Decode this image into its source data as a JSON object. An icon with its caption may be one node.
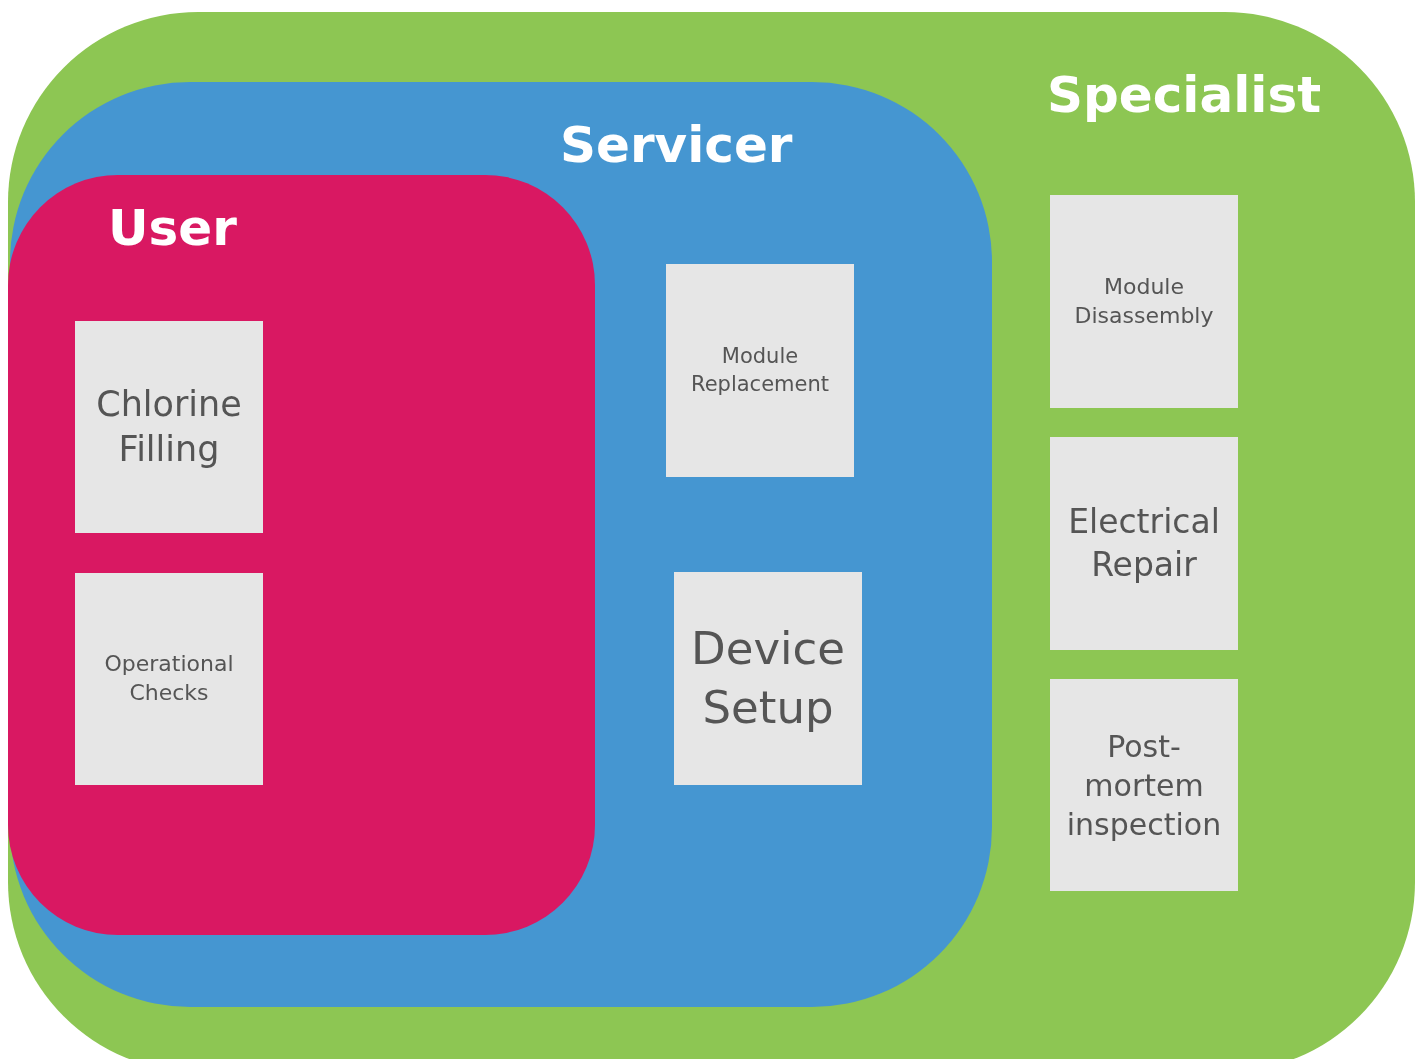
{
  "diagram": {
    "nodes": [
      {
        "text": [
          "Specialist"
        ]
      },
      {
        "text": [
          "Servicer"
        ],
        "in": 0
      },
      {
        "text": [
          "User"
        ],
        "in": 1
      },
      {
        "text": [
          "Chlorine Filling"
        ],
        "in": 2
      },
      {
        "text": [
          "Operational Checks"
        ],
        "in": 2
      },
      {
        "text": [
          "Module Replacement"
        ],
        "in": 1
      },
      {
        "text": [
          "Device Setup"
        ],
        "in": 1
      },
      {
        "text": [
          "Module Disassembly"
        ],
        "in": 0
      },
      {
        "text": [
          "Electrical Repair"
        ],
        "in": 0
      },
      {
        "text": [
          "Post-mortem inspection"
        ],
        "in": 0
      }
    ],
    "edges": []
  }
}
